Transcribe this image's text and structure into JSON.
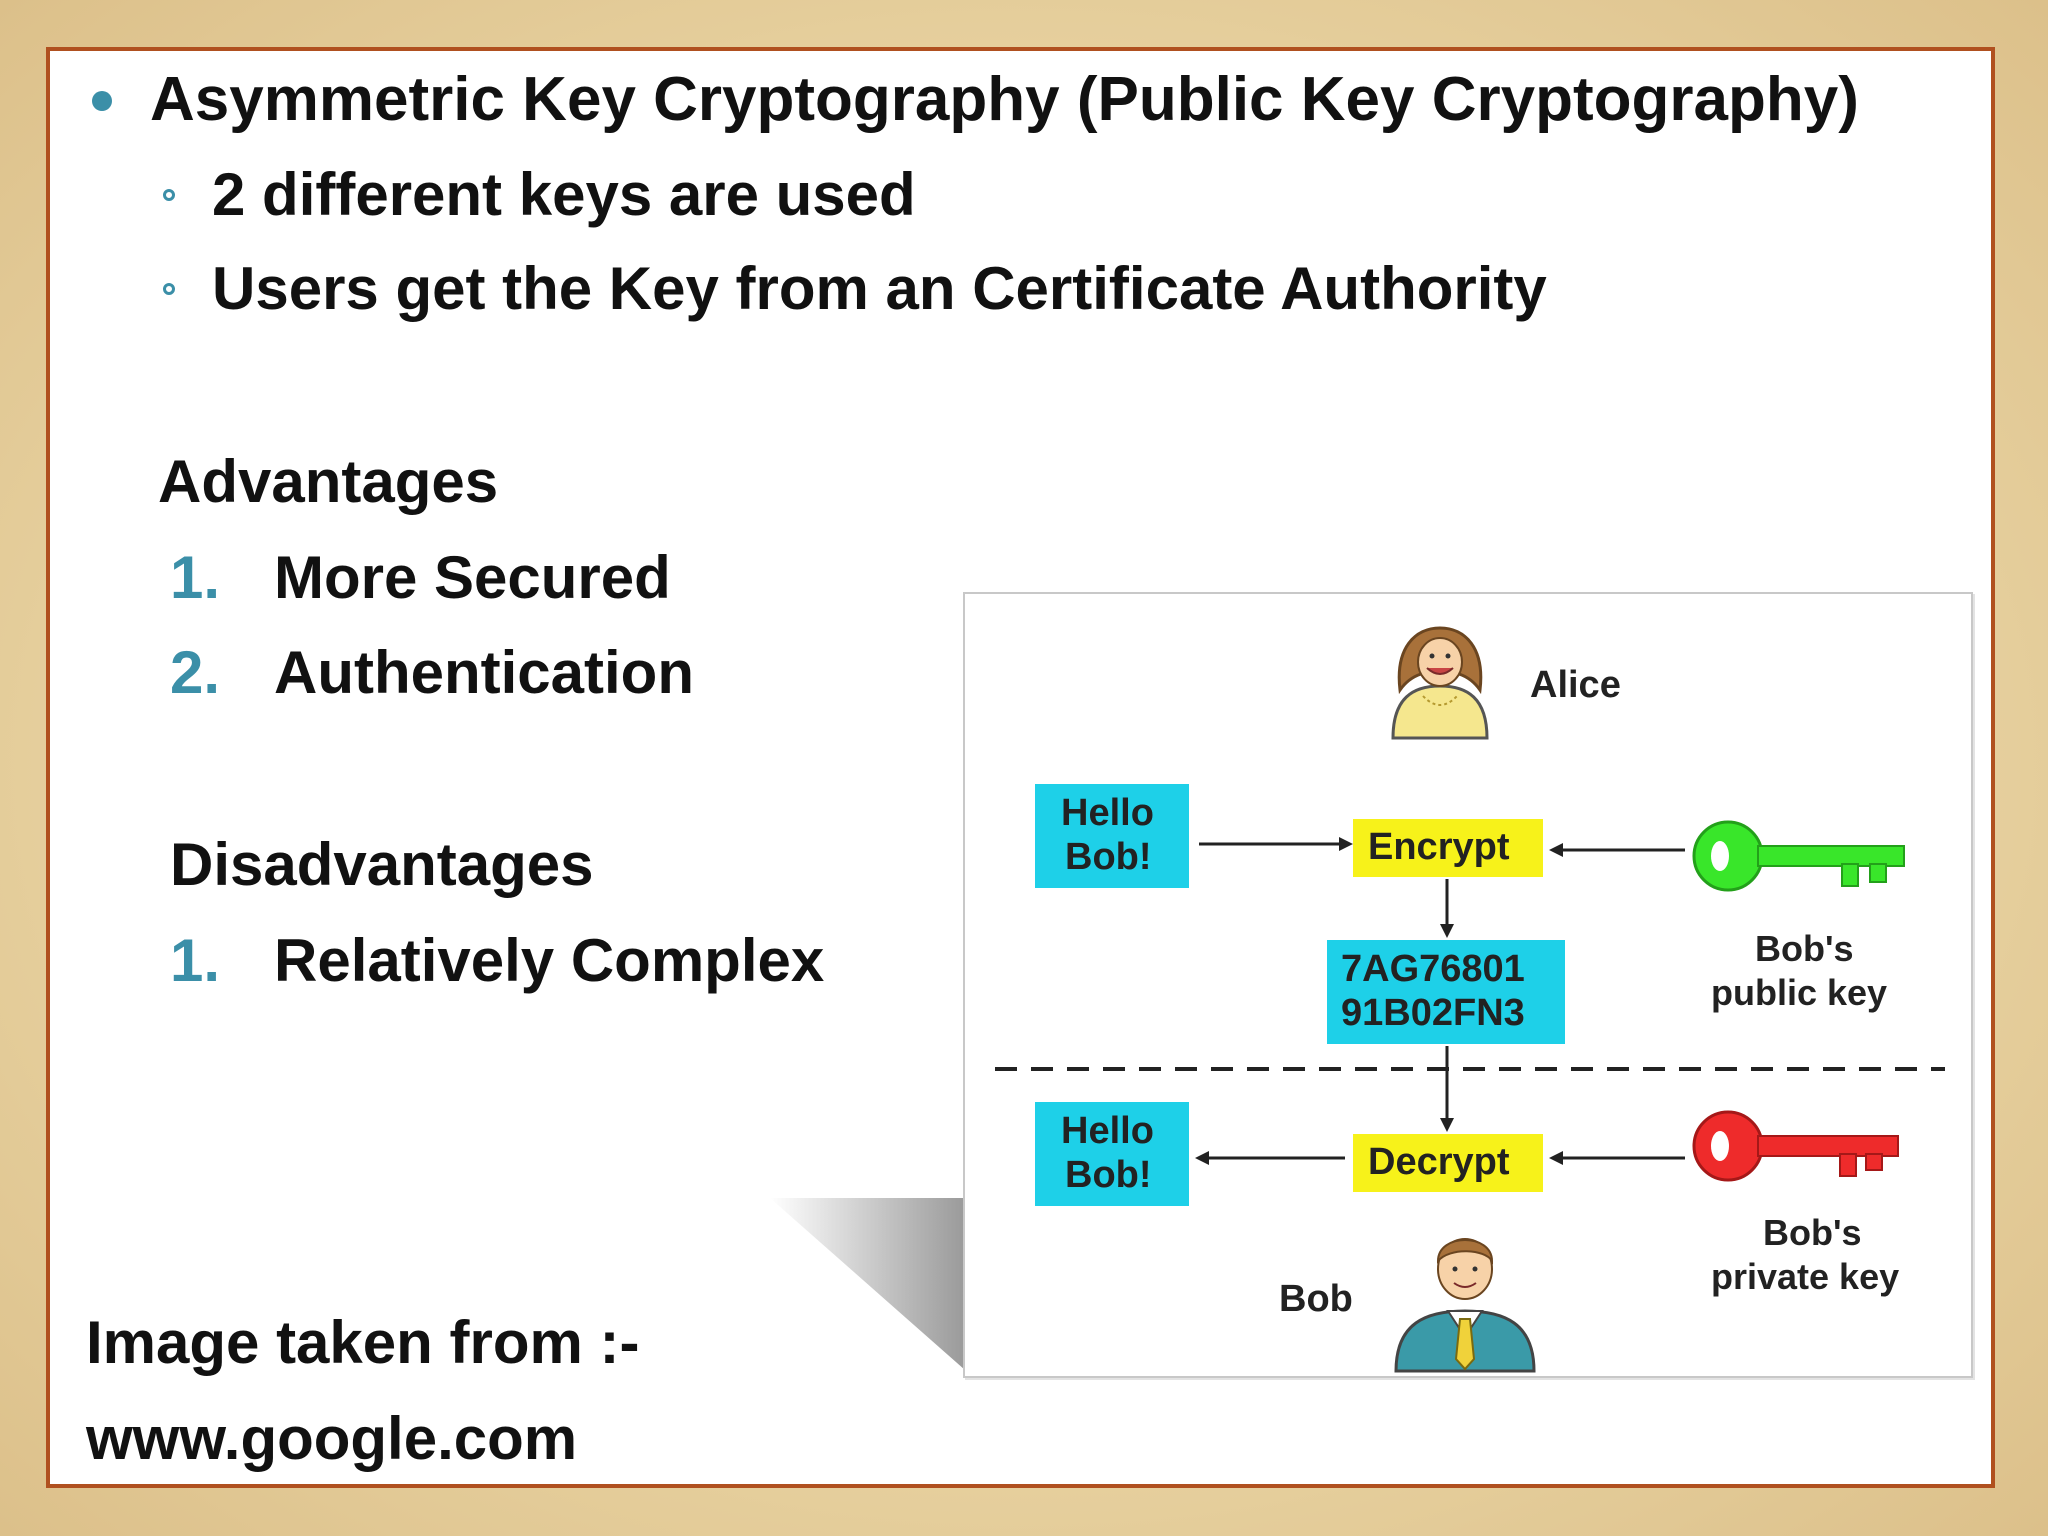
{
  "slide": {
    "title": "Asymmetric Key Cryptography (Public Key Cryptography)",
    "sub_bullets": [
      "2 different keys are used",
      "Users get the Key from an Certificate Authority"
    ],
    "advantages_heading": "Advantages",
    "advantages": [
      {
        "num": "1.",
        "text": "More Secured"
      },
      {
        "num": "2.",
        "text": "Authentication"
      }
    ],
    "disadvantages_heading": "Disadvantages",
    "disadvantages": [
      {
        "num": "1.",
        "text": "Relatively Complex"
      }
    ],
    "source_line1": "Image taken from :-",
    "source_line2": "www.google.com"
  },
  "diagram": {
    "alice_label": "Alice",
    "bob_label": "Bob",
    "plaintext_top_line1": "Hello",
    "plaintext_top_line2": "Bob!",
    "plaintext_bottom_line1": "Hello",
    "plaintext_bottom_line2": "Bob!",
    "encrypt_label": "Encrypt",
    "decrypt_label": "Decrypt",
    "cipher_line1": "7AG76801",
    "cipher_line2": "91B02FN3",
    "public_key_line1": "Bob's",
    "public_key_line2": "public key",
    "private_key_line1": "Bob's",
    "private_key_line2": "private key",
    "colors": {
      "cyan": "#1ed0e8",
      "yellow": "#f7f21a",
      "public_key": "#39e62a",
      "private_key": "#ee2b2b"
    }
  }
}
